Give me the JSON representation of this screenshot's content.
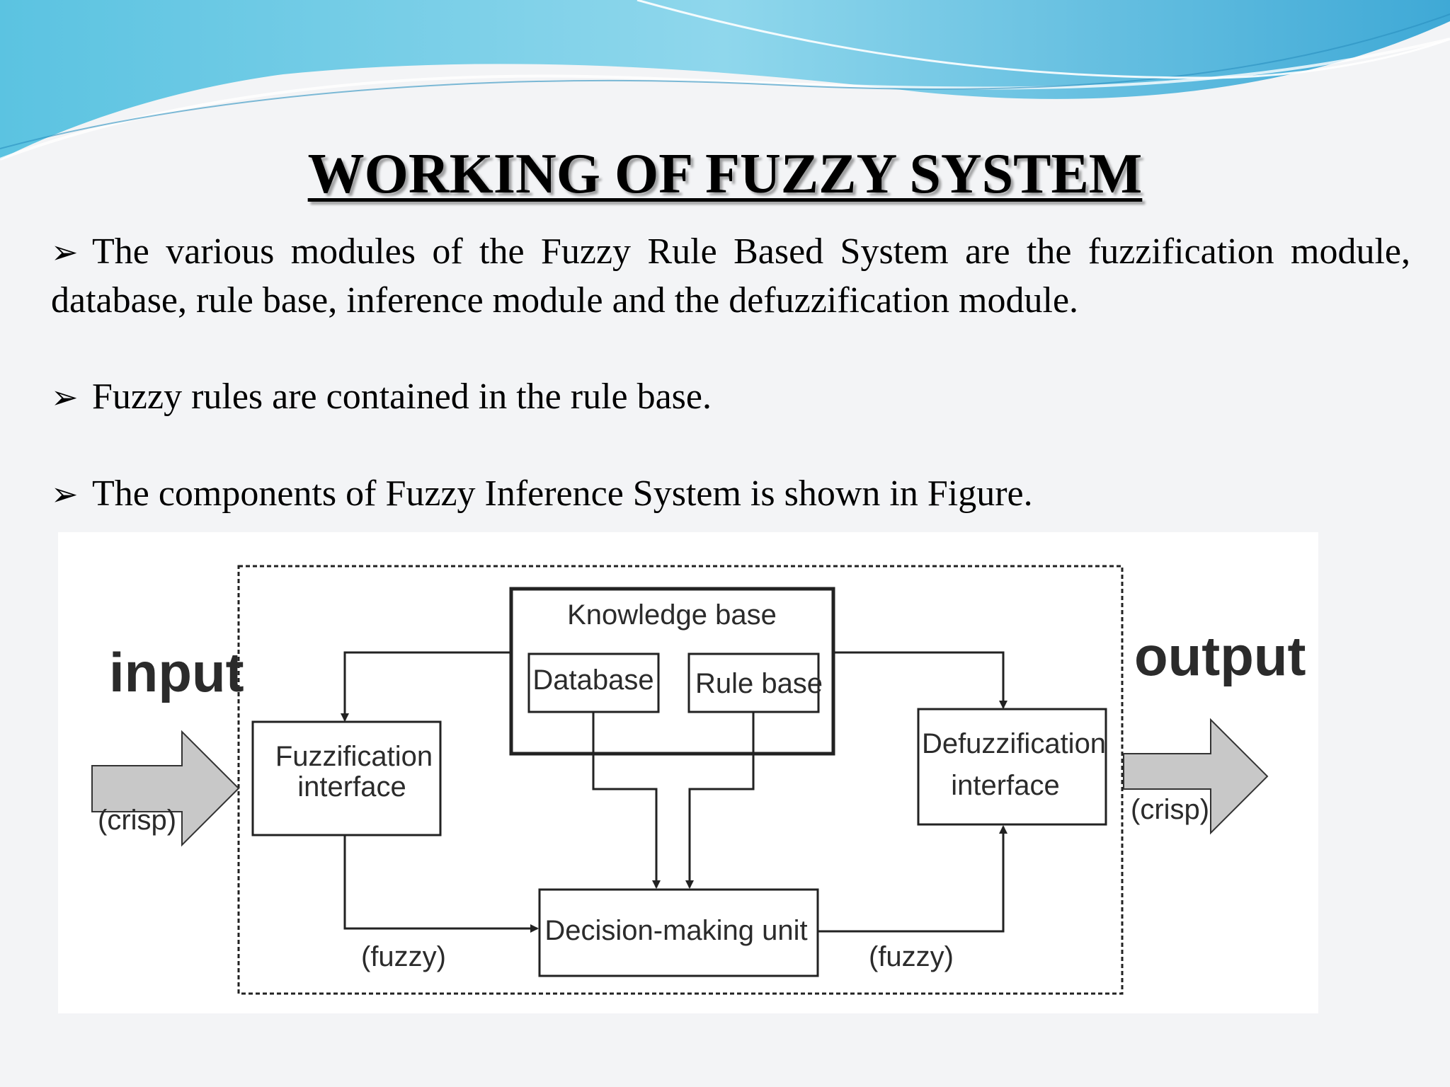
{
  "slide": {
    "title": "WORKING OF FUZZY SYSTEM",
    "bullet_icon": "arrowhead-bullet-icon",
    "bullets": [
      "The various modules of the Fuzzy Rule Based System are the fuzzification module, database, rule base, inference module and the defuzzification module.",
      "Fuzzy rules are contained in the rule base.",
      "The components of Fuzzy Inference System is shown in Figure."
    ]
  },
  "diagram": {
    "input_label": "input",
    "input_type": "(crisp)",
    "output_label": "output",
    "output_type": "(crisp)",
    "knowledge_base": "Knowledge base",
    "database": "Database",
    "rule_base": "Rule base",
    "fuzzification_line1": "Fuzzification",
    "fuzzification_line2": "interface",
    "defuzzification_line1": "Defuzzification",
    "defuzzification_line2": "interface",
    "decision_unit": "Decision-making unit",
    "fuzzy_left": "(fuzzy)",
    "fuzzy_right": "(fuzzy)"
  },
  "colors": {
    "wave_blue": "#6ec9e4",
    "wave_light": "#bfe9f4",
    "arrow_fill": "#c8c8c8"
  }
}
